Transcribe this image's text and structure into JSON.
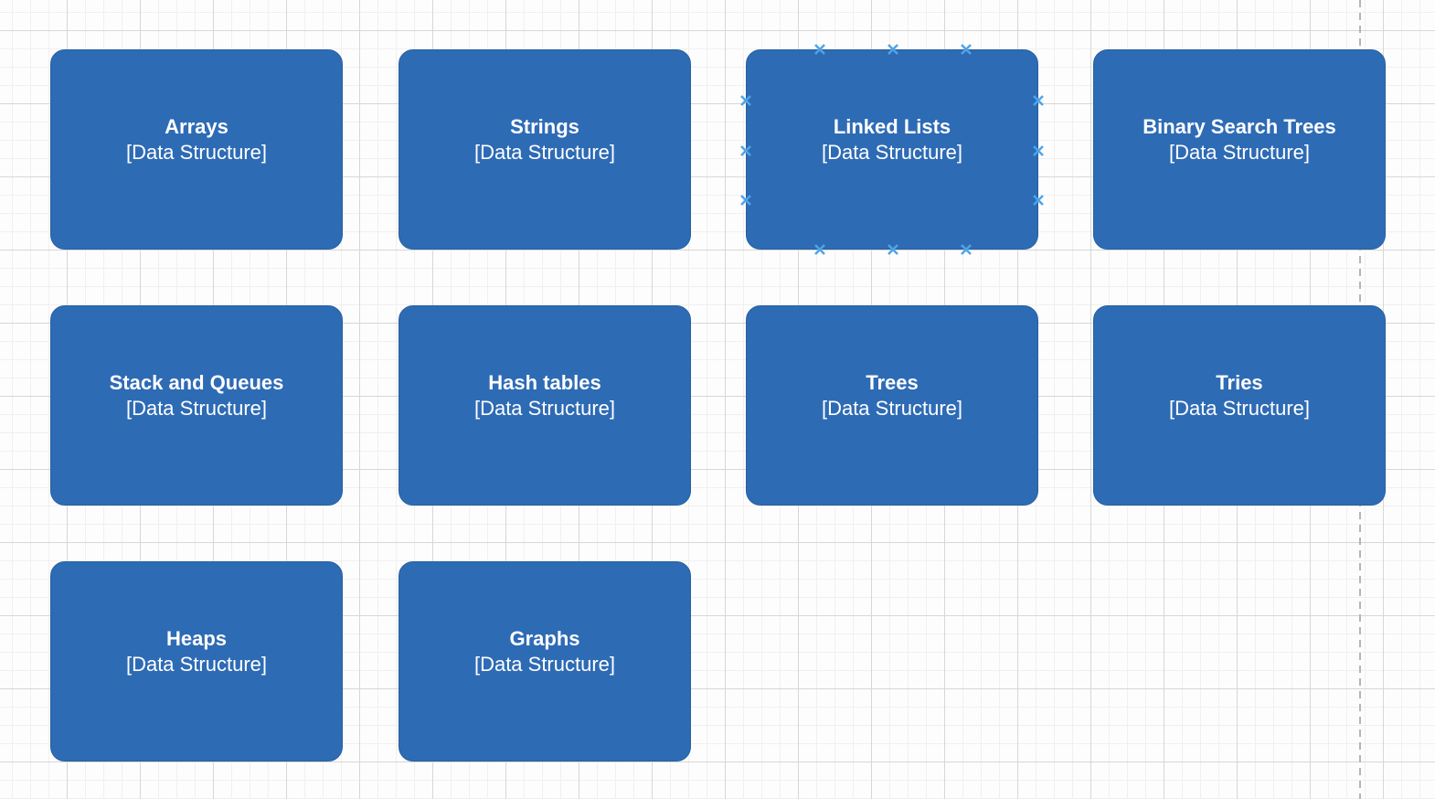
{
  "canvas": {
    "nodes": [
      {
        "title": "Arrays",
        "subtitle": "[Data Structure]"
      },
      {
        "title": "Strings",
        "subtitle": "[Data Structure]"
      },
      {
        "title": "Linked Lists",
        "subtitle": "[Data Structure]"
      },
      {
        "title": "Binary Search Trees",
        "subtitle": "[Data Structure]"
      },
      {
        "title": "Stack and Queues",
        "subtitle": "[Data Structure]"
      },
      {
        "title": "Hash tables",
        "subtitle": "[Data Structure]"
      },
      {
        "title": "Trees",
        "subtitle": "[Data Structure]"
      },
      {
        "title": "Tries",
        "subtitle": "[Data Structure]"
      },
      {
        "title": "Heaps",
        "subtitle": "[Data Structure]"
      },
      {
        "title": "Graphs",
        "subtitle": "[Data Structure]"
      }
    ],
    "colors": {
      "background": "#FDFDFD",
      "grid_minor": "#F0F0F0",
      "grid_major": "#D7D7D7",
      "node_fill": "#2E6BB5",
      "node_border": "#28609F",
      "node_text": "#FFFFFF",
      "connection_point": "#4EA4E8",
      "page_boundary": "#B5B5B5"
    }
  }
}
